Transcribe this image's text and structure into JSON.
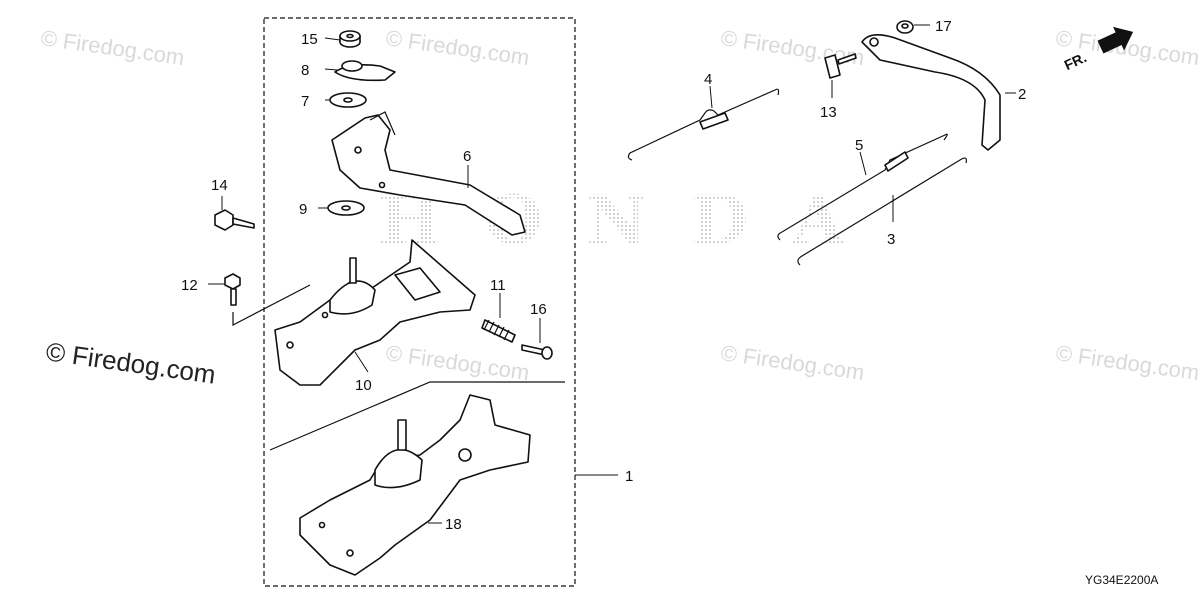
{
  "watermark": {
    "text": "© Firedog.com",
    "brand": "HONDA"
  },
  "diagram_code": "YG34E2200A",
  "front_arrow_label": "FR.",
  "callouts": [
    "1",
    "2",
    "3",
    "4",
    "5",
    "6",
    "7",
    "8",
    "9",
    "10",
    "11",
    "12",
    "13",
    "14",
    "15",
    "16",
    "17",
    "18"
  ],
  "colors": {
    "line": "#111111",
    "watermark": "#d9d9d9",
    "honda_dots": "#b8b8b8"
  }
}
